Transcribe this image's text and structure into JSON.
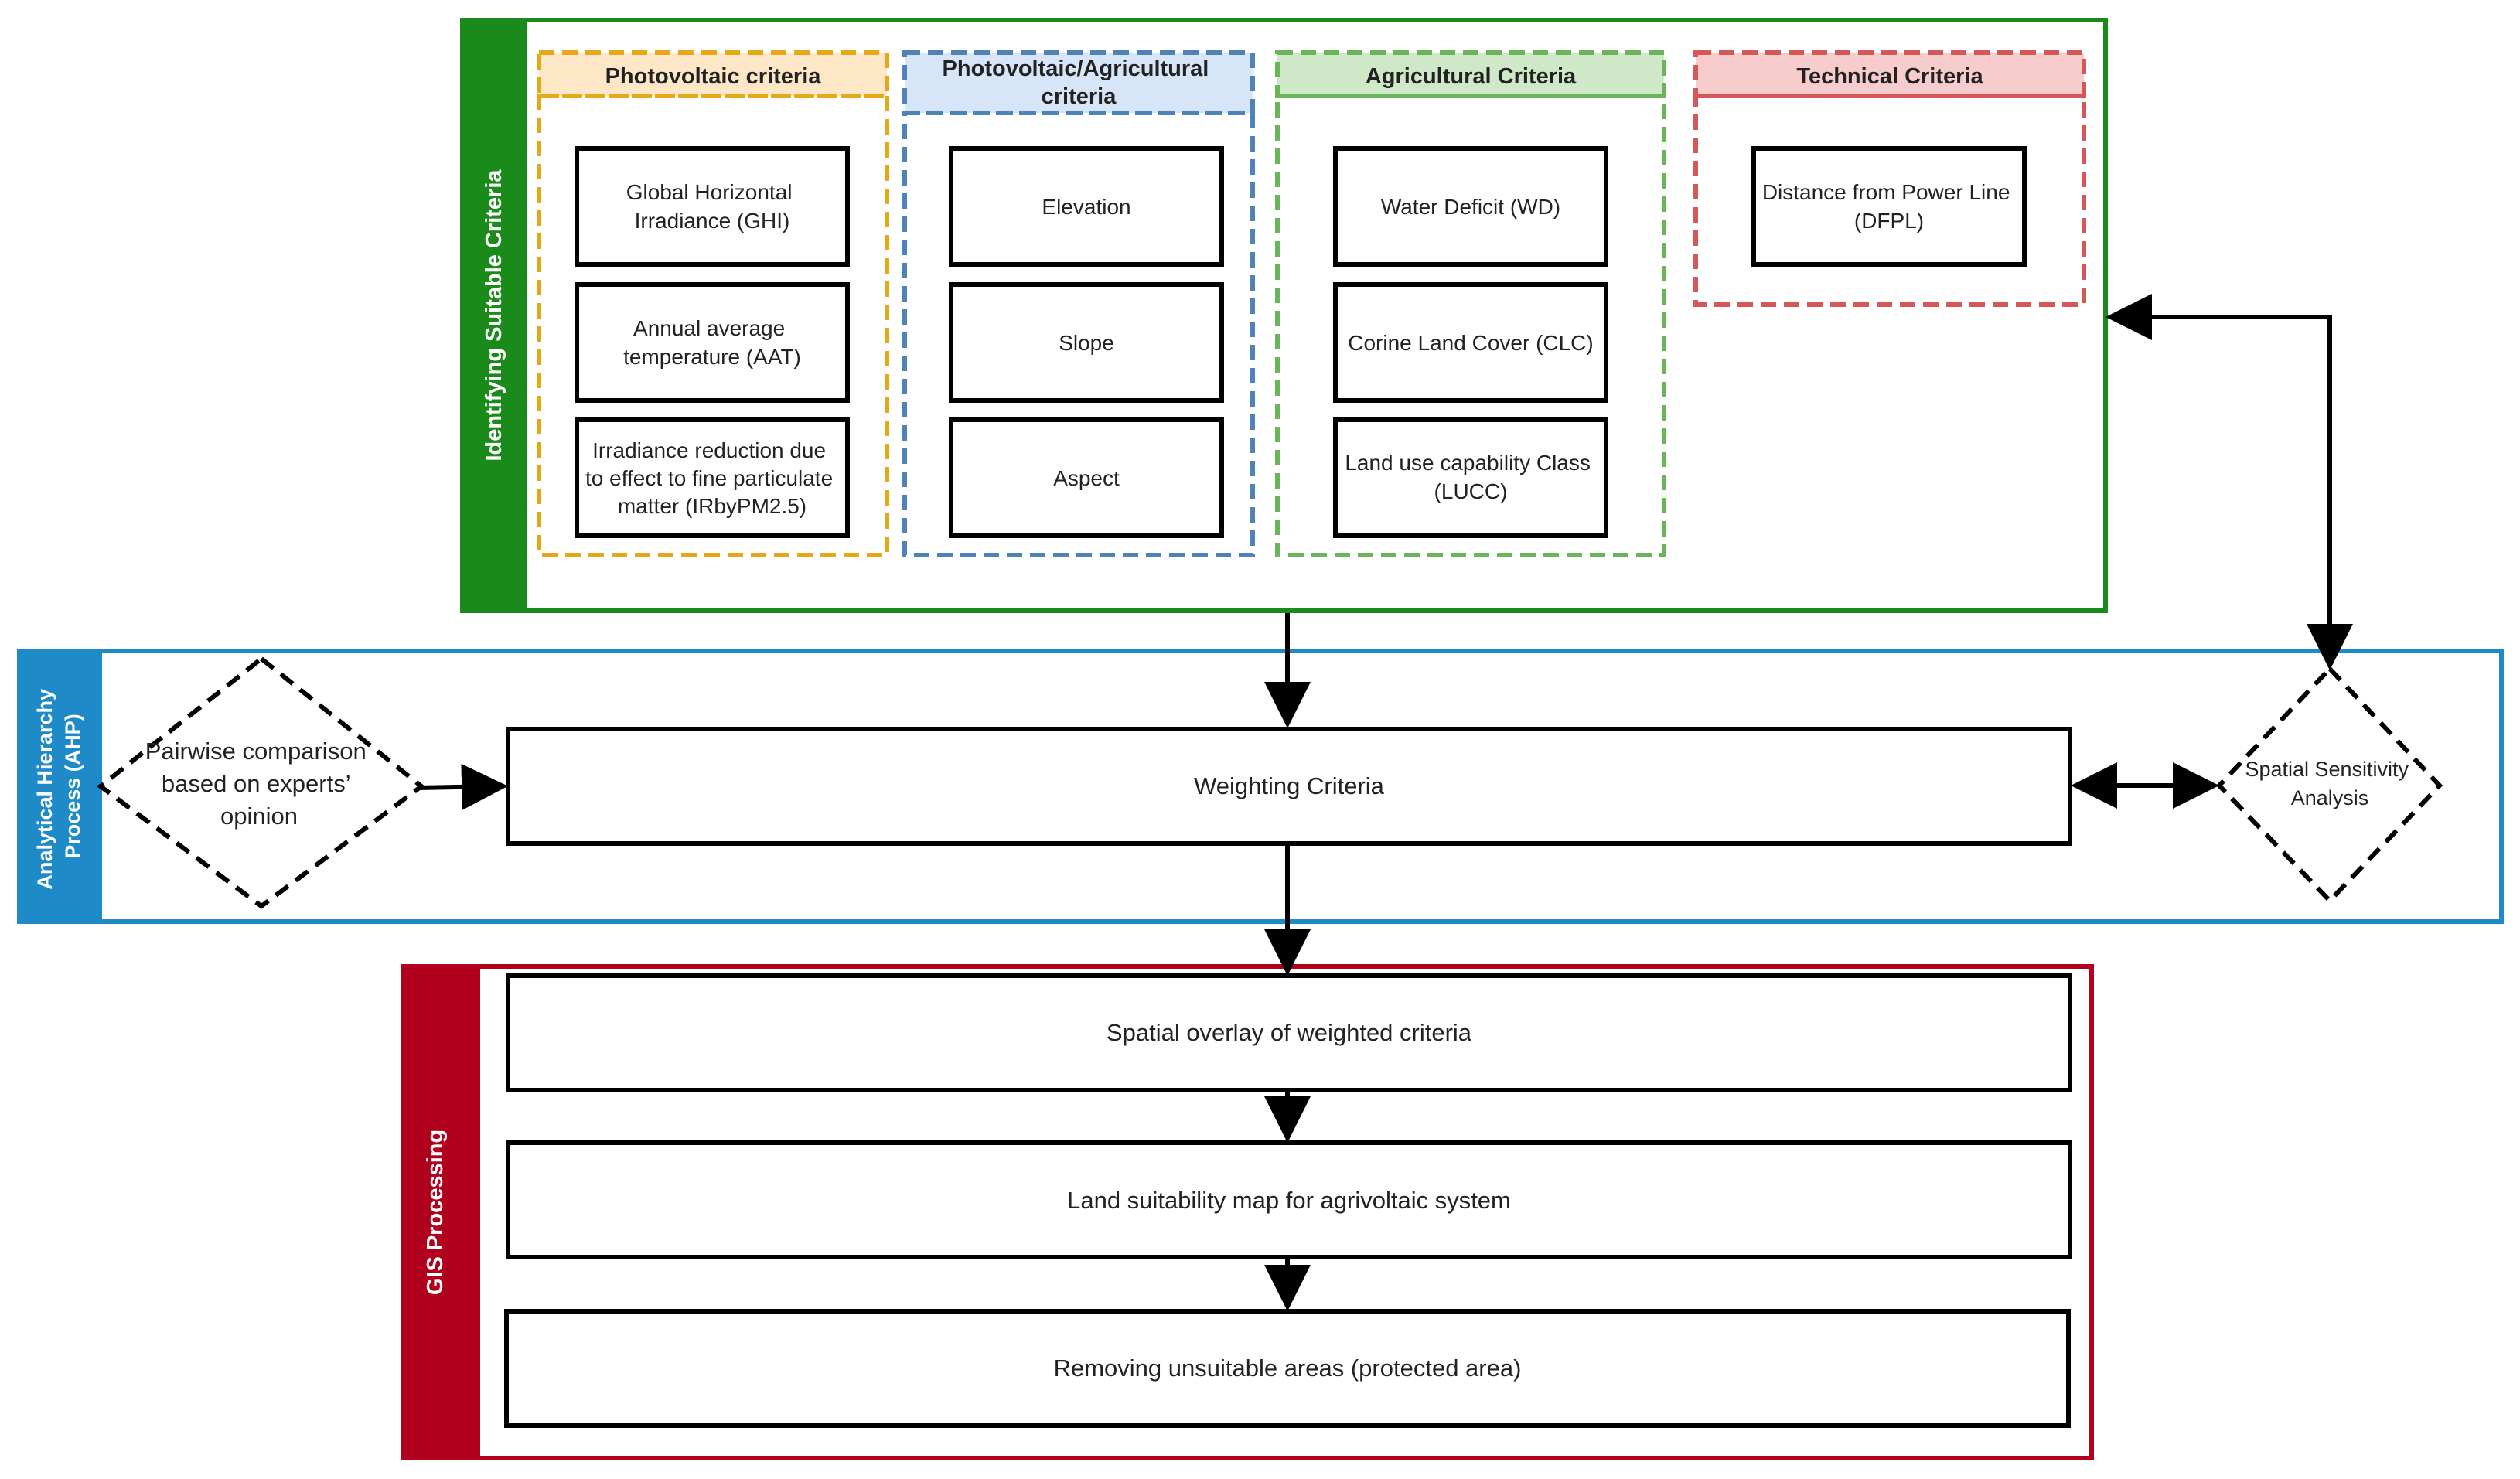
{
  "sections": {
    "criteria": {
      "label": "Identifying Suitable Criteria",
      "color": "#1a8a1a"
    },
    "ahp": {
      "label": "Analytical Hierarchy Process (AHP)",
      "color": "#1f8ac8"
    },
    "gis": {
      "label": "GIS Processing",
      "color": "#b0001e"
    }
  },
  "groups": [
    {
      "header": "Photovoltaic criteria",
      "color": "#e7a817",
      "fill": "#fde7c7",
      "items": [
        "Global Horizontal Irradiance (GHI)",
        "Annual average temperature (AAT)",
        "Irradiance reduction due to effect to fine particulate matter (IRbyPM2.5)"
      ]
    },
    {
      "header": "Photovoltaic/Agricultural criteria",
      "color": "#4f83b8",
      "fill": "#d6e6f8",
      "items": [
        "Elevation",
        "Slope",
        "Aspect"
      ]
    },
    {
      "header": "Agricultural Criteria",
      "color": "#6ab45a",
      "fill": "#cfe8c7",
      "items": [
        "Water Deficit (WD)",
        "Corine Land Cover (CLC)",
        "Land use capability Class (LUCC)"
      ]
    },
    {
      "header": "Technical Criteria",
      "color": "#d65757",
      "fill": "#f6cccc",
      "items": [
        "Distance from Power Line (DFPL)"
      ]
    }
  ],
  "ahp_nodes": {
    "pairwise": "Pairwise comparison based on experts’ opinion",
    "weighting": "Weighting Criteria",
    "sensitivity": "Spatial Sensitivity Analysis"
  },
  "gis_steps": [
    "Spatial overlay of weighted criteria",
    "Land suitability map for agrivoltaic system",
    "Removing unsuitable areas (protected area)"
  ]
}
